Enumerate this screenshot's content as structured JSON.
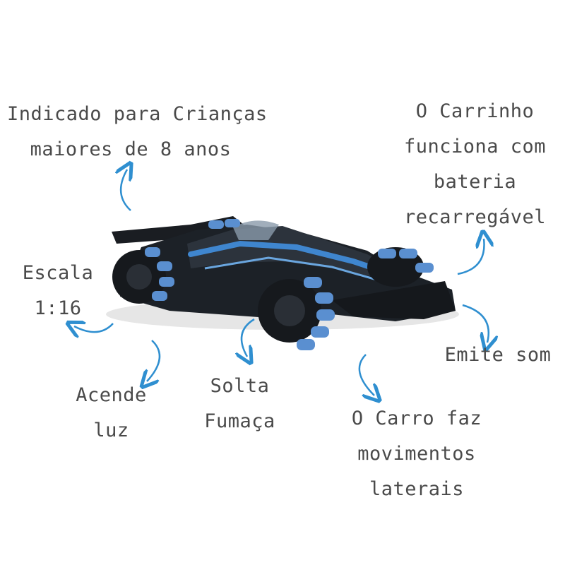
{
  "labels": {
    "age": [
      "Indicado para Crianças",
      "maiores de 8 anos"
    ],
    "battery": [
      "O Carrinho",
      "funciona com",
      "bateria",
      "recarregável"
    ],
    "scale": [
      "Escala",
      "1:16"
    ],
    "sound": [
      "Emite som"
    ],
    "light": [
      "Acende",
      "luz"
    ],
    "smoke": [
      "Solta",
      "Fumaça"
    ],
    "lateral": [
      "O Carro faz",
      "movimentos",
      "laterais"
    ]
  },
  "colors": {
    "text": "#4a4a4a",
    "arrow": "#2f8fd0",
    "car_body": "#1c2127",
    "car_accent": "#3f86cf",
    "wheel_roller": "#5a8fd0"
  }
}
